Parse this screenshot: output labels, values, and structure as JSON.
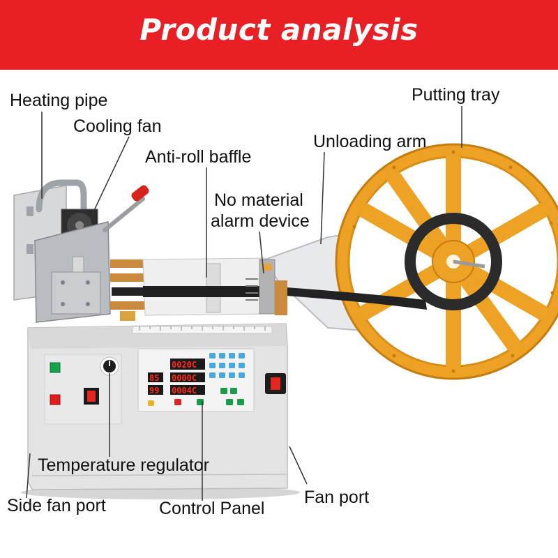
{
  "banner": {
    "title": "Product analysis",
    "color": "#e81f24"
  },
  "callouts": {
    "heating_pipe": "Heating pipe",
    "cooling_fan": "Cooling fan",
    "anti_roll_baffle": "Anti-roll baffle",
    "putting_tray": "Putting tray",
    "unloading_arm": "Unloading arm",
    "no_material_line1": "No material",
    "no_material_line2": "alarm device",
    "temperature_regulator": "Temperature regulator",
    "side_fan_port": "Side fan port",
    "control_panel": "Control Panel",
    "fan_port": "Fan port"
  },
  "panel": {
    "display_top": "0020C",
    "display_mid_left": "85",
    "display_mid_right": "0000C",
    "display_bottom_left": "99",
    "display_bottom_right": "0004C"
  },
  "colors": {
    "tray": "#f0a61a",
    "body": "#e2e2e2",
    "led": "#ff2a1a",
    "key_blue": "#4aa8e0"
  }
}
